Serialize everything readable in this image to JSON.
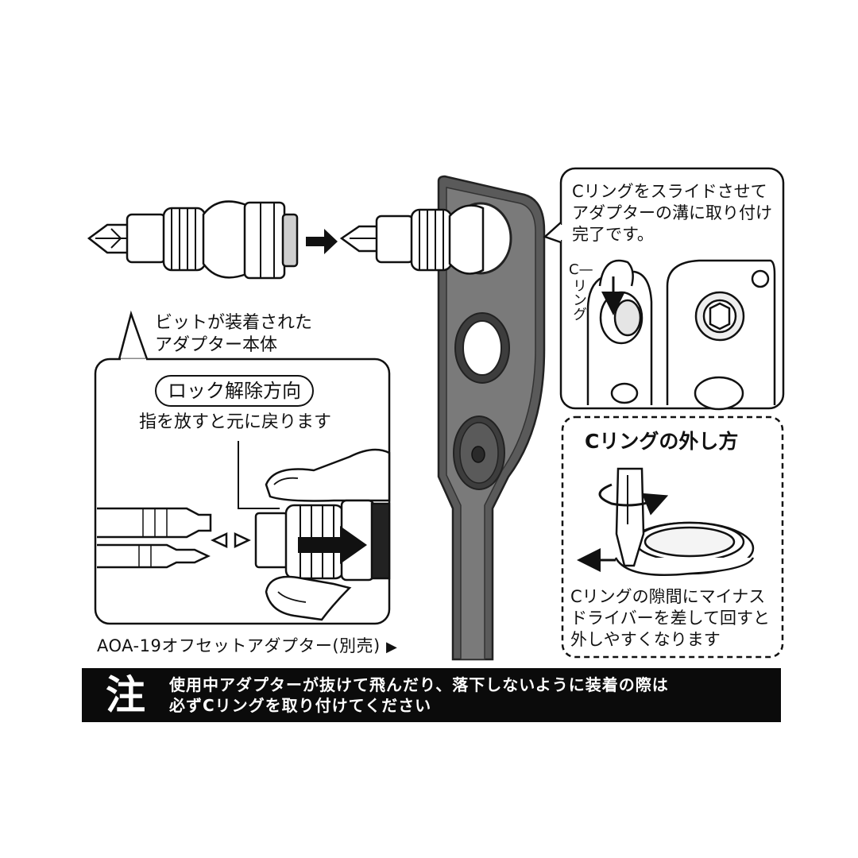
{
  "top_callout": {
    "lines": [
      "ビットが装着された",
      "アダプター本体"
    ]
  },
  "lock_release": {
    "label": "ロック解除方向",
    "note": "指を放すと元に戻ります"
  },
  "part_number": {
    "text": "AOA-19オフセットアダプター(別売)",
    "arrow": "▶"
  },
  "cring_callout": {
    "lines": [
      "Cリングをスライドさせて",
      "アダプターの溝に取り付け",
      "完了です。"
    ]
  },
  "cring_label": {
    "c_line": "C—",
    "vertical": "リング"
  },
  "removal": {
    "title": "Cリングの外し方",
    "lines": [
      "Cリングの隙間にマイナス",
      "ドライバーを差して回すと",
      "外しやすくなります"
    ]
  },
  "caution": {
    "mark": "注",
    "lines": [
      "使用中アダプターが抜けて飛んだり、落下しないように装着の際は",
      "必ずCリングを取り付けてください"
    ]
  },
  "colors": {
    "wrench": "#5a5a5a",
    "wrench_dark": "#3d3d3d",
    "wrench_light": "#7a7a7a",
    "line": "#111111",
    "bar": "#0b0b0b"
  }
}
